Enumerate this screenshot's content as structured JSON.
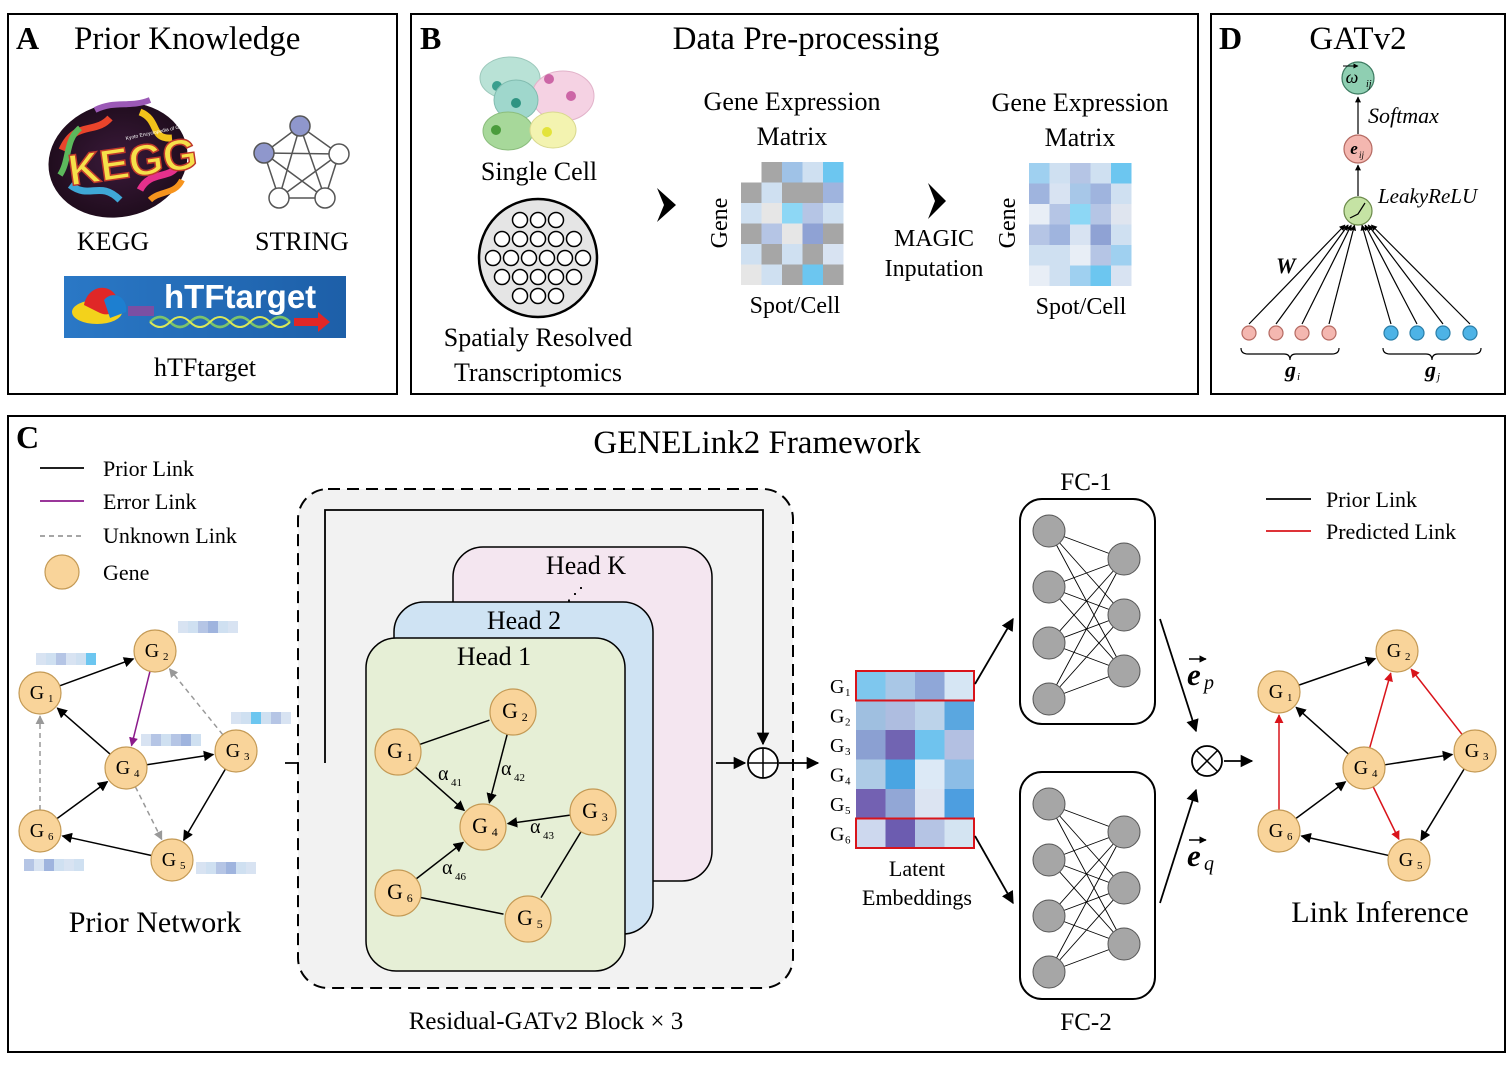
{
  "panel_a": {
    "letter": "A",
    "title": "Prior Knowledge",
    "kegg_label": "KEGG",
    "kegg_logo_text": "KEGG",
    "kegg_logo_subtext": "Kyoto Encyclopedia of Genes and Genomes",
    "string_label": "STRING",
    "htf_logo_text": "hTFtarget",
    "htf_label": "hTFtarget"
  },
  "panel_b": {
    "letter": "B",
    "title": "Data Pre-processing",
    "single_cell": "Single Cell",
    "spatial_line1": "Spatialy Resolved",
    "spatial_line2": "Transcriptomics",
    "matrix1_title_line1": "Gene Expression",
    "matrix1_title_line2": "Matrix",
    "matrix1_y": "Gene",
    "matrix1_x": "Spot/Cell",
    "magic_line1": "MAGIC",
    "magic_line2": "Inputation",
    "matrix2_title_line1": "Gene Expression",
    "matrix2_title_line2": "Matrix",
    "matrix2_y": "Gene",
    "matrix2_x": "Spot/Cell"
  },
  "panel_d": {
    "letter": "D",
    "title": "GATv2",
    "omega": "ω",
    "omega_sub": "ij",
    "softmax": "Softmax",
    "e_node": "e",
    "e_sub": "ij",
    "leaky": "LeakyReLU",
    "w": "W",
    "gi": "g",
    "gi_sub": "i",
    "gj": "g",
    "gj_sub": "j"
  },
  "panel_c": {
    "letter": "C",
    "title": "GENELink2 Framework",
    "legend_left": [
      {
        "label": "Prior Link",
        "style": "solid",
        "color": "#000000"
      },
      {
        "label": "Error Link",
        "style": "solid",
        "color": "#8b1a8b"
      },
      {
        "label": "Unknown Link",
        "style": "dashed",
        "color": "#999999"
      },
      {
        "label": "Gene",
        "style": "node",
        "color": "#f9d49a"
      }
    ],
    "legend_right": [
      {
        "label": "Prior Link",
        "color": "#000000"
      },
      {
        "label": "Predicted Link",
        "color": "#d9141b"
      }
    ],
    "prior_network_label": "Prior Network",
    "head_k": "Head K",
    "head_2": "Head 2",
    "head_1": "Head 1",
    "block_label": "Residual-GATv2 Block × 3",
    "alphas": [
      {
        "base": "α",
        "sub": "41"
      },
      {
        "base": "α",
        "sub": "42"
      },
      {
        "base": "α",
        "sub": "43"
      },
      {
        "base": "α",
        "sub": "46"
      }
    ],
    "gene_base": "G",
    "genes": [
      "1",
      "2",
      "3",
      "4",
      "5",
      "6"
    ],
    "latent_line1": "Latent",
    "latent_line2": "Embeddings",
    "fc1": "FC-1",
    "fc2": "FC-2",
    "ep_base": "e",
    "ep_sub": "p",
    "eq_base": "e",
    "eq_sub": "q",
    "link_inference_label": "Link Inference",
    "latent_rows": [
      [
        "#7ec7ee",
        "#a9c7e6",
        "#8fa7d8",
        "#d6e6f4"
      ],
      [
        "#9fbfe0",
        "#aebde0",
        "#bcd3ea",
        "#5aa7e0"
      ],
      [
        "#8ba0d2",
        "#7164b2",
        "#6fc3ee",
        "#b3c0e2"
      ],
      [
        "#aecbe6",
        "#4aa5e2",
        "#dce9f6",
        "#8cbde6"
      ],
      [
        "#7361b2",
        "#92a7d6",
        "#dce4f2",
        "#4d9ee0"
      ],
      [
        "#cdd8ee",
        "#6c5cb0",
        "#b5c4e4",
        "#d4e4f2"
      ]
    ]
  },
  "colors": {
    "gene_fill": "#f9d49a",
    "gene_stroke": "#c49a55",
    "pred_red": "#d9141b",
    "error_purple": "#8b1a8b",
    "head1_fill": "#e6efd6",
    "head2_fill": "#cfe3f3",
    "headk_fill": "#f4e6f0",
    "node_gray": "#a6a6a6"
  }
}
